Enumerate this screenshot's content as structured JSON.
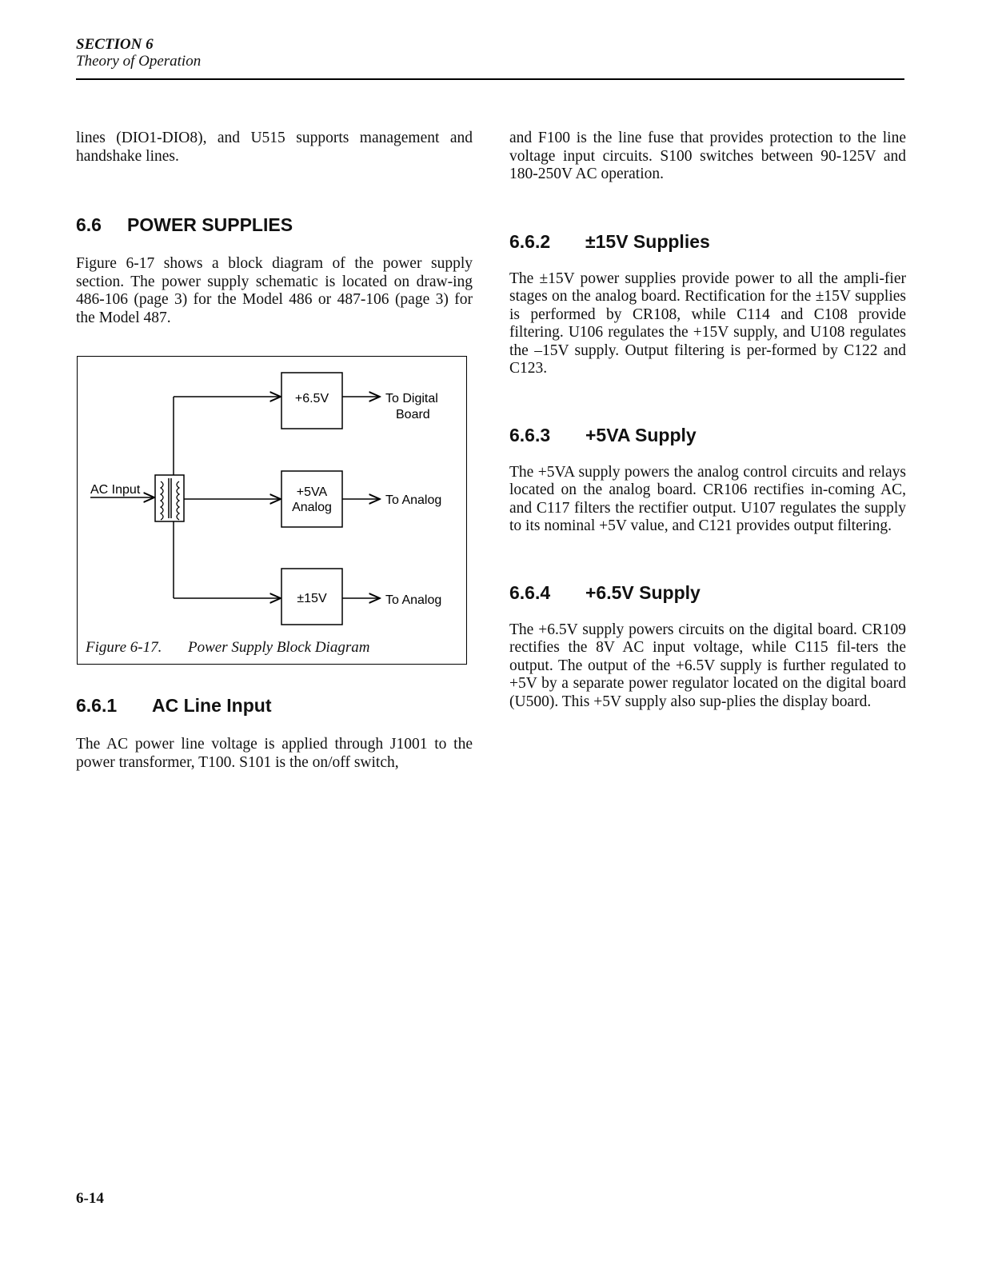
{
  "header": {
    "section": "SECTION 6",
    "title": "Theory of Operation"
  },
  "left": {
    "intro": "lines (DIO1-DIO8), and U515 supports management and handshake lines.",
    "h66_num": "6.6",
    "h66_title": "POWER SUPPLIES",
    "p66": "Figure 6-17 shows a block diagram of the power supply section. The power supply schematic is located on draw-ing 486-106 (page 3) for the Model 486 or 487-106 (page 3) for the Model 487.",
    "h661_num": "6.6.1",
    "h661_title": "AC Line Input",
    "p661": "The AC power line voltage is applied through J1001 to the power transformer, T100. S101 is the on/off switch,"
  },
  "figure": {
    "ac_input": "AC Input",
    "box1": "+6.5V",
    "box2_line1": "+5VA",
    "box2_line2": "Analog",
    "box3": "±15V",
    "out1_line1": "To Digital",
    "out1_line2": "Board",
    "out2": "To Analog",
    "out3": "To Analog",
    "caption_num": "Figure 6-17.",
    "caption_title": "Power Supply Block Diagram"
  },
  "right": {
    "intro": "and F100 is the line fuse that provides protection to the line voltage input circuits. S100 switches between 90-125V and 180-250V AC operation.",
    "h662_num": "6.6.2",
    "h662_title": "±15V Supplies",
    "p662": "The ±15V power supplies provide power to all the ampli-fier stages on the analog board. Rectification for the ±15V supplies is performed by CR108, while C114 and C108 provide filtering. U106 regulates the +15V supply, and U108 regulates the –15V supply. Output filtering is per-formed by C122 and C123.",
    "h663_num": "6.6.3",
    "h663_title": "+5VA Supply",
    "p663": "The +5VA supply powers the analog control circuits and relays located on the analog board. CR106 rectifies in-coming AC, and C117 filters the rectifier output. U107 regulates the supply to its nominal +5V value, and C121 provides output filtering.",
    "h664_num": "6.6.4",
    "h664_title": "+6.5V Supply",
    "p664": "The +6.5V supply powers circuits on the digital board. CR109 rectifies the 8V AC input voltage, while C115 fil-ters the output. The output of the +6.5V supply is further regulated to +5V by a separate power regulator located on the digital board (U500). This +5V supply also sup-plies the display board."
  },
  "footer": {
    "page_number": "6-14"
  }
}
